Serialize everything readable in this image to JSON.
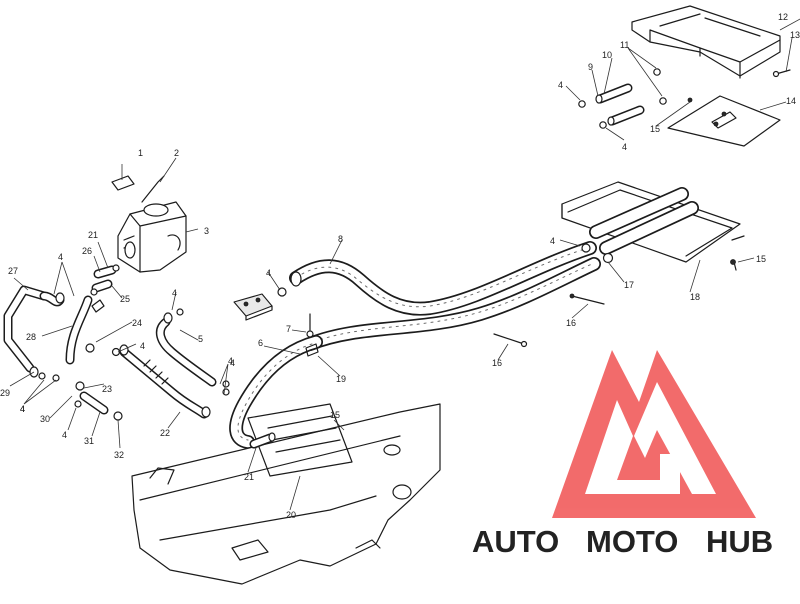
{
  "diagram": {
    "part_callouts": [
      "1",
      "2",
      "3",
      "4",
      "4",
      "4",
      "4",
      "4",
      "4",
      "4",
      "5",
      "6",
      "7",
      "8",
      "9",
      "10",
      "11",
      "12",
      "13",
      "14",
      "15",
      "15",
      "15",
      "16",
      "16",
      "17",
      "18",
      "19",
      "20",
      "21",
      "21",
      "22",
      "23",
      "24",
      "25",
      "26",
      "27",
      "28",
      "29",
      "30",
      "31",
      "32"
    ]
  },
  "watermark": {
    "brand_auto": "AUTO",
    "brand_moto": "MOTO",
    "brand_hub": "HUB",
    "colors": {
      "logo_red": "#f26464",
      "auto": "#f5c26b",
      "moto": "#f26464",
      "hub": "#7a7a7a"
    }
  }
}
